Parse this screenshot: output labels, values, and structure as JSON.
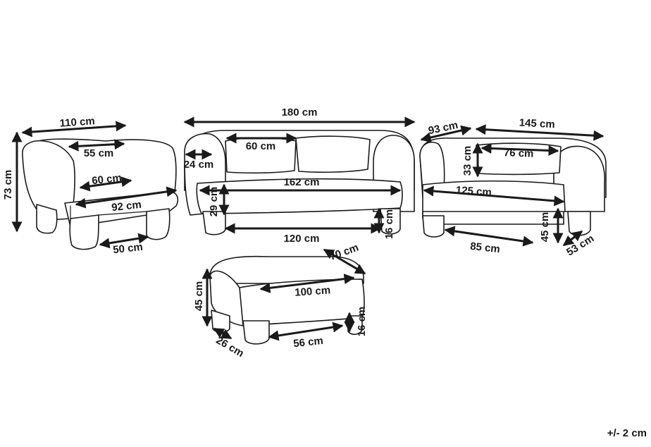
{
  "tolerance": "+/- 2 cm",
  "colors": {
    "line": "#1a1a1a",
    "fill": "#ffffff"
  },
  "dimensions": {
    "armchair_width": "110 cm",
    "armchair_height": "73 cm",
    "armchair_inner_back": "55 cm",
    "armchair_seat_depth": "60 cm",
    "armchair_seat_width": "92 cm",
    "armchair_leg": "50 cm",
    "sofa_width": "180 cm",
    "sofa_arm": "24 cm",
    "sofa_cushion": "60 cm",
    "sofa_seat_width": "162 cm",
    "sofa_seat_height": "29 cm",
    "sofa_leg_span": "120 cm",
    "sofa_leg_height": "16 cm",
    "corner_depth": "93 cm",
    "corner_width": "145 cm",
    "corner_back": "33 cm",
    "corner_cushion": "76 cm",
    "corner_seat_width": "125 cm",
    "corner_leg_span": "85 cm",
    "corner_seat_height": "45 cm",
    "corner_side_depth": "53 cm",
    "ottoman_depth": "70 cm",
    "ottoman_height": "45 cm",
    "ottoman_width": "100 cm",
    "ottoman_leg_height": "16 cm",
    "ottoman_leg_depth": "26 cm",
    "ottoman_leg_span": "56 cm"
  }
}
